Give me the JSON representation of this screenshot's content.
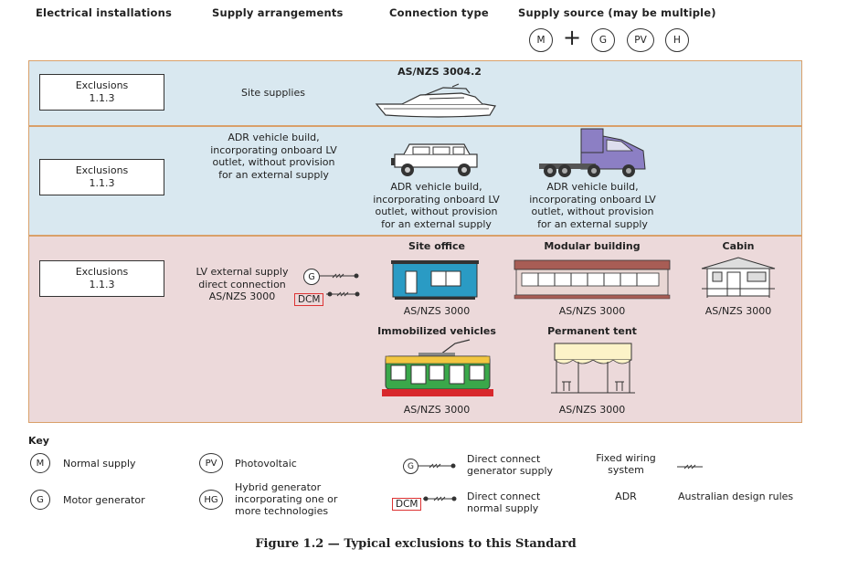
{
  "headers": {
    "electrical_installations": "Electrical installations",
    "supply_arrangements": "Supply arrangements",
    "connection_type": "Connection type",
    "supply_source": "Supply source (may be multiple)"
  },
  "sources": {
    "m": "M",
    "plus": "+",
    "g": "G",
    "pv": "PV",
    "h": "H"
  },
  "row1": {
    "exclusion": "Exclusions",
    "clause": "1.1.3",
    "supply": "Site supplies",
    "standard": "AS/NZS 3004.2"
  },
  "row2": {
    "exclusion": "Exclusions",
    "clause": "1.1.3",
    "supply_lines": [
      "ADR vehicle build,",
      "incorporating onboard LV",
      "outlet, without provision",
      "for an external supply"
    ],
    "jeep_lines": [
      "ADR vehicle build,",
      "incorporating onboard LV",
      "outlet, without provision",
      "for an external supply"
    ],
    "truck_lines": [
      "ADR vehicle build,",
      "incorporating onboard LV",
      "outlet, without provision",
      "for an external supply"
    ]
  },
  "row3": {
    "exclusion": "Exclusions",
    "clause": "1.1.3",
    "supply_lines": [
      "LV external supply",
      "direct connection",
      "AS/NZS 3000"
    ],
    "g_symbol": "G",
    "dcm_symbol": "DCM",
    "site_office": "Site office",
    "modular_building": "Modular building",
    "cabin": "Cabin",
    "immobilized_vehicles": "Immobilized vehicles",
    "permanent_tent": "Permanent tent",
    "std_office": "AS/NZS 3000",
    "std_modular": "AS/NZS 3000",
    "std_cabin": "AS/NZS 3000",
    "std_tram": "AS/NZS 3000",
    "std_tent": "AS/NZS 3000"
  },
  "key": {
    "title": "Key",
    "m_symbol": "M",
    "m_label": "Normal supply",
    "g_symbol": "G",
    "g_label": "Motor generator",
    "pv_symbol": "PV",
    "pv_label": "Photovoltaic",
    "hg_symbol": "HG",
    "hg_lines": [
      "Hybrid generator",
      "incorporating one or",
      "more technologies"
    ],
    "gen_symbol": "G",
    "gen_lines": [
      "Direct connect",
      "generator supply"
    ],
    "dcm_symbol": "DCM",
    "dcm_lines": [
      "Direct connect",
      "normal supply"
    ],
    "fixed_lines": [
      "Fixed wiring",
      "system"
    ],
    "adr_symbol": "ADR",
    "adr_label": "Australian design rules"
  },
  "caption": "Figure 1.2 — Typical exclusions to this Standard",
  "colors": {
    "band_blue": "#d9e8f0",
    "band_pink": "#ecd9da",
    "band_border": "#d9a06a",
    "teal": "#2a9bc4",
    "brick": "#a85d55",
    "truck": "#8c7fc4",
    "tram_green": "#3aa84a",
    "tram_red": "#d8282c",
    "tent": "#fcf3c8"
  }
}
